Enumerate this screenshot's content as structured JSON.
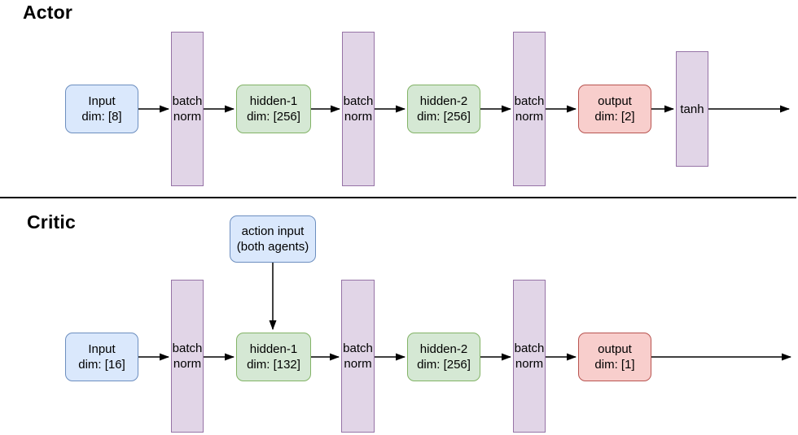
{
  "colors": {
    "input_fill": "#dae8fc",
    "input_stroke": "#6c8ebf",
    "hidden_fill": "#d5e8d4",
    "hidden_stroke": "#82b366",
    "batchnorm_fill": "#e1d5e7",
    "batchnorm_stroke": "#9673a6",
    "output_fill": "#f8cecc",
    "output_stroke": "#b85450",
    "arrow": "#000000",
    "divider": "#000000"
  },
  "actor": {
    "title": "Actor",
    "nodes": {
      "input": {
        "line1": "Input",
        "line2": "dim: [8]"
      },
      "batchnorm": {
        "line1": "batch",
        "line2": "norm"
      },
      "hidden1": {
        "line1": "hidden-1",
        "line2": "dim: [256]"
      },
      "hidden2": {
        "line1": "hidden-2",
        "line2": "dim: [256]"
      },
      "output": {
        "line1": "output",
        "line2": "dim: [2]"
      },
      "tanh": {
        "label": "tanh"
      }
    }
  },
  "critic": {
    "title": "Critic",
    "nodes": {
      "action_input": {
        "line1": "action input",
        "line2": "(both agents)"
      },
      "input": {
        "line1": "Input",
        "line2": "dim: [16]"
      },
      "batchnorm": {
        "line1": "batch",
        "line2": "norm"
      },
      "hidden1": {
        "line1": "hidden-1",
        "line2": "dim: [132]"
      },
      "hidden2": {
        "line1": "hidden-2",
        "line2": "dim: [256]"
      },
      "output": {
        "line1": "output",
        "line2": "dim: [1]"
      }
    }
  }
}
